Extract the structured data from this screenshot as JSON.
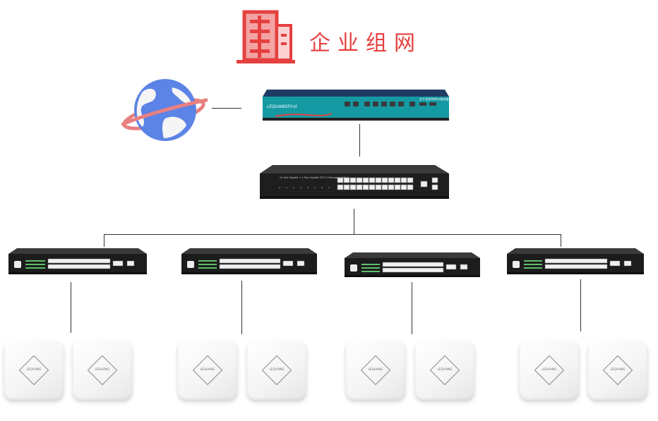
{
  "header": {
    "title": "企业组网",
    "accent_color": "#e5403f",
    "icon": "building-icon"
  },
  "devices": {
    "cloud": {
      "icon": "internet-globe-icon"
    },
    "router": {
      "icon": "router-icon",
      "brand": "LEQUANGFirst",
      "panel_label": "全千兆多WAN口路由器"
    },
    "core_switch": {
      "icon": "core-switch-icon",
      "panel_label": "24 Port Gigabit + 4 Port Gigabit SFP L2 Managed Switch"
    },
    "access_switches": [
      {
        "icon": "access-switch-icon"
      },
      {
        "icon": "access-switch-icon"
      },
      {
        "icon": "access-switch-icon"
      },
      {
        "icon": "access-switch-icon"
      }
    ],
    "access_points": [
      {
        "icon": "access-point-icon",
        "brand": "LEQUANG"
      },
      {
        "icon": "access-point-icon",
        "brand": "LEQUANG"
      },
      {
        "icon": "access-point-icon",
        "brand": "LEQUANG"
      },
      {
        "icon": "access-point-icon",
        "brand": "LEQUANG"
      },
      {
        "icon": "access-point-icon",
        "brand": "LEQUANG"
      },
      {
        "icon": "access-point-icon",
        "brand": "LEQUANG"
      },
      {
        "icon": "access-point-icon",
        "brand": "LEQUANG"
      },
      {
        "icon": "access-point-icon",
        "brand": "LEQUANG"
      }
    ]
  }
}
